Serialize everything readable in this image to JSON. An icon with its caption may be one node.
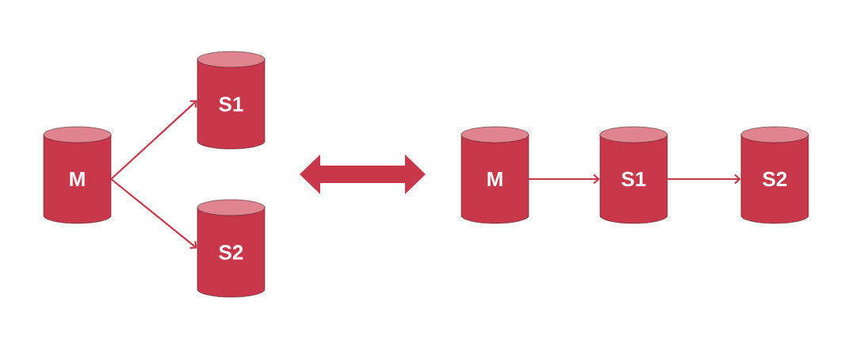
{
  "diagram": {
    "nodes": [
      {
        "text": [
          "M"
        ]
      },
      {
        "text": [
          "S1"
        ]
      },
      {
        "text": [
          "S2"
        ]
      },
      {
        "text": [
          "M"
        ]
      },
      {
        "text": [
          "S1"
        ]
      },
      {
        "text": [
          "S2"
        ]
      }
    ],
    "edges": [
      {
        "from": 0,
        "to": 1,
        "arrow": "to"
      },
      {
        "from": 0,
        "to": 2,
        "arrow": "to"
      },
      {
        "from": 3,
        "to": 4,
        "arrow": "to"
      },
      {
        "from": 4,
        "to": 5,
        "arrow": "to"
      }
    ]
  }
}
